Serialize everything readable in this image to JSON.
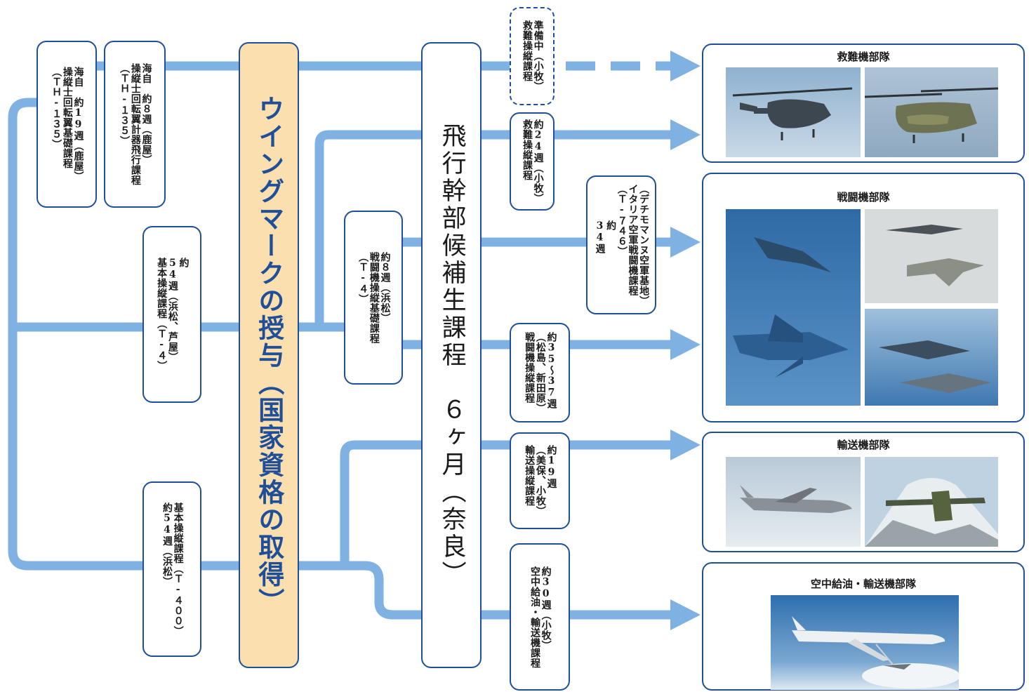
{
  "colors": {
    "flow_line": "#7fb2e3",
    "box_border": "#1f4f99",
    "wing_fill": "#fbdfae",
    "wing_text": "#1f4f99"
  },
  "wing_mark": "ウイングマークの授与︵国家資格の取得︶",
  "candidate_course": "飛行幹部候補生課程　６ヶ月︵奈良︶",
  "courses": {
    "navy_basic": "海自　約19週︵鹿屋︶\n操縦士回転翼基礎課程\n︵ＴＨ-１３５︶",
    "navy_instrument": "海自　約８週︵鹿屋︶\n操縦士回転翼計器飛行課程\n︵ＴＨ-１３５︶",
    "basic_t4": "約\n54週︵浜松、芦屋︶\n基本操縦課程︵Ｔ-４︶",
    "basic_t400": "基本操縦課程︵Ｔ-４００︶\n約54週︵浜松︶",
    "fighter_basic": "約８週︵浜松︶\n戦闘機操縦基礎課程\n︵Ｔ-４︶",
    "rescue_prep": "準備中︵小牧︶\n救難操縦課程",
    "rescue": "約24週︵小牧︶\n救難操縦課程",
    "italy": "︵デチモマンヌ空軍基地︶\nイタリア空軍戦闘機課程\n︵Ｔ-７４６︶",
    "italy_weeks": "約\n34週",
    "fighter": "約35〜37週\n︵松島、新田原︶\n戦闘機操縦課程",
    "transport": "約19週\n︵美保、小牧︶\n輸送操縦課程",
    "tanker": "約30週︵小牧︶\n空中給油・輸送機課程"
  },
  "units": {
    "rescue": "救難機部隊",
    "fighter": "戦闘機部隊",
    "transport": "輸送機部隊",
    "tanker": "空中給油・輸送機部隊"
  },
  "photos": {
    "rescue": [
      "helicopter-uh60",
      "helicopter-ch47"
    ],
    "fighter": [
      "f2-fighter",
      "f35-fighter",
      "f15-fighter"
    ],
    "transport": [
      "c2-transport",
      "c130-transport-fuji"
    ],
    "tanker": [
      "kc767-tanker"
    ]
  }
}
